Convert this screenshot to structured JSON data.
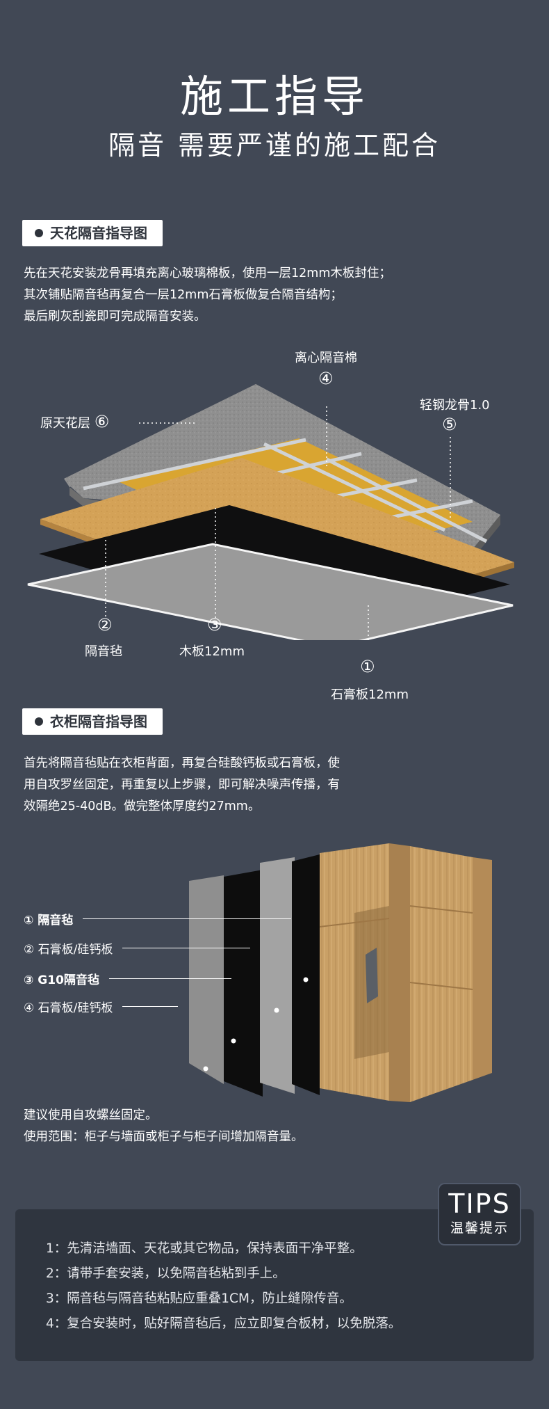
{
  "header": {
    "title": "施工指导",
    "subtitle": "隔音 需要严谨的施工配合"
  },
  "ceiling": {
    "tag": "天花隔音指导图",
    "paragraph_lines": [
      "先在天花安装龙骨再填充离心玻璃棉板，使用一层12mm木板封住；",
      "其次铺贴隔音毡再复合一层12mm石膏板做复合隔音结构；",
      "最后刷灰刮瓷即可完成隔音安装。"
    ],
    "labels": {
      "l6_text": "原天花层",
      "l6_num": "⑥",
      "l4_text": "离心隔音棉",
      "l4_num": "④",
      "l5_text": "轻钢龙骨1.0",
      "l5_num": "⑤",
      "l2_num": "②",
      "l2_text": "隔音毡",
      "l3_num": "③",
      "l3_text": "木板12mm",
      "l1_num": "①",
      "l1_text": "石膏板12mm"
    }
  },
  "wardrobe": {
    "tag": "衣柜隔音指导图",
    "paragraph_lines": [
      "首先将隔音毡贴在衣柜背面，再复合硅酸钙板或石膏板，使",
      "用自攻罗丝固定，再重复以上步骤，即可解决噪声传播，有",
      "效隔绝25-40dB。做完整体厚度约27mm。"
    ],
    "layers": [
      "① 隔音毡",
      "② 石膏板/硅钙板",
      "③ G10隔音毡",
      "④ 石膏板/硅钙板"
    ],
    "note_lines": [
      "建议使用自攻螺丝固定。",
      "使用范围：柜子与墙面或柜子与柜子间增加隔音量。"
    ]
  },
  "tips": {
    "badge_en": "TIPS",
    "badge_cn": "温馨提示",
    "items": [
      "1：先清洁墙面、天花或其它物品，保持表面干净平整。",
      "2：请带手套安装，以免隔音毡粘到手上。",
      "3：隔音毡与隔音毡粘贴应重叠1CM，防止缝隙传音。",
      "4：复合安装时，贴好隔音毡后，应立即复合板材，以免脱落。"
    ]
  },
  "colors": {
    "background": "#414855",
    "panel": "#2f353f",
    "wood": "#d7a75c",
    "insulation": "#d9a531",
    "concrete": "#8c8c8c",
    "felt": "#111111",
    "gypsum": "#9a9a9a"
  }
}
